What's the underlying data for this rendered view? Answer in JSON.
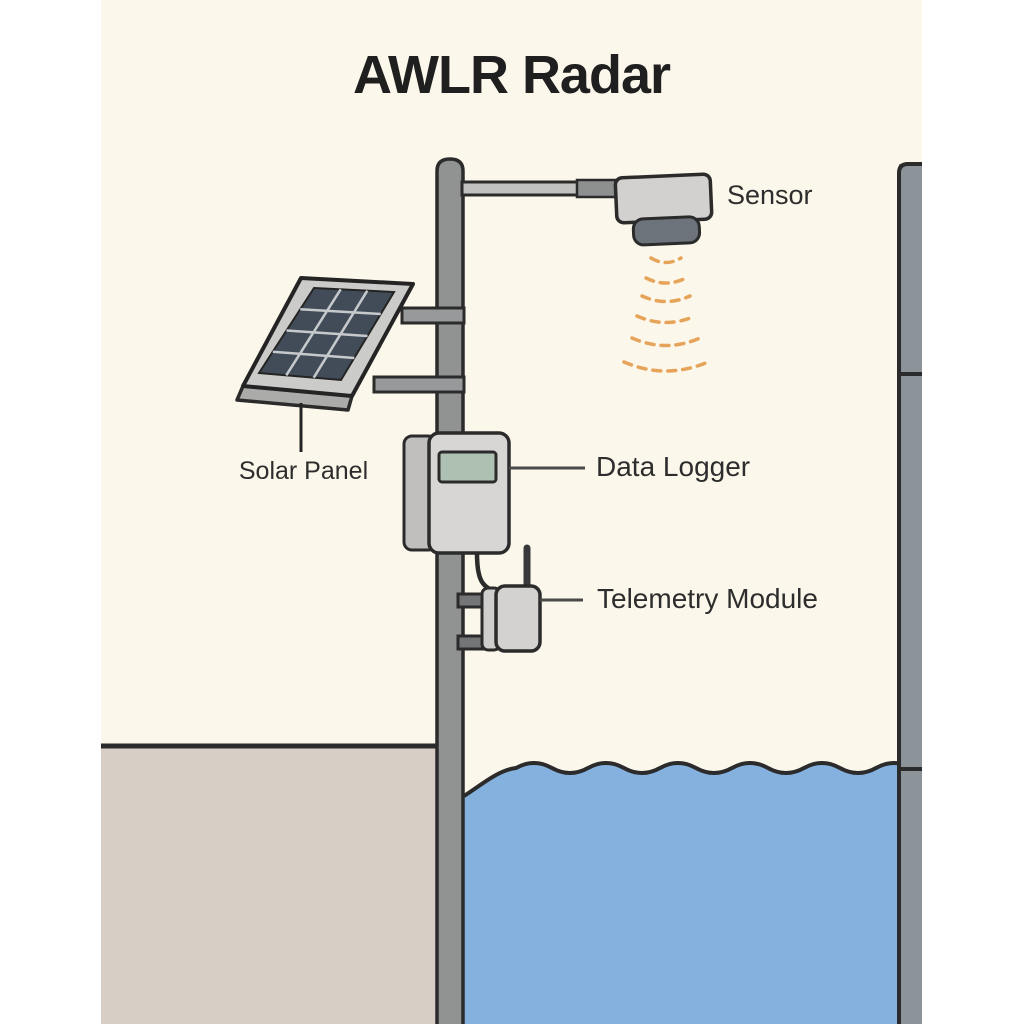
{
  "diagram": {
    "title": "AWLR Radar",
    "labels": {
      "sensor": "Sensor",
      "solar_panel": "Solar Panel",
      "data_logger": "Data Logger",
      "telemetry_module": "Telemetry Module"
    },
    "colors": {
      "page_margin": "#FFFFFF",
      "background": "#FCF7EB",
      "outline": "#2B2B2B",
      "pole": "#919292",
      "mount_arm": "#C1C1BF",
      "sensor_body": "#D2D1CF",
      "sensor_horn": "#6C737A",
      "radar_wave": "#E6A45A",
      "solar_frame": "#CBCBC9",
      "solar_cell": "#424C58",
      "logger_body": "#D7D6D4",
      "logger_screen": "#AEC0B2",
      "telemetry_body": "#D3D2D0",
      "ground": "#D7CFC6",
      "water": "#84B1DD",
      "wall": "#8C9399"
    }
  }
}
